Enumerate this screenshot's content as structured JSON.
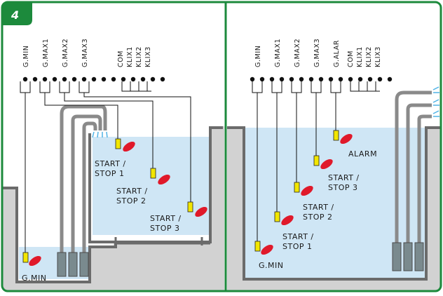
{
  "figure_number": "4",
  "colors": {
    "frame": "#1c8a3c",
    "water": "#cfe6f5",
    "ground": "#d2d2d2",
    "wall": "#6b6b6b",
    "float_red": "#e0192a",
    "float_yellow": "#f2e600",
    "pipe": "#8a8a8a",
    "spray": "#4fb3e6"
  },
  "left_panel": {
    "terminals": [
      "G.MIN",
      "G.MAX1",
      "G.MAX2",
      "G.MAX3",
      "COM",
      "KLIX1",
      "KLIX2",
      "KLIX3"
    ],
    "labels": {
      "gmin": "G.MIN",
      "s1_a": "START /",
      "s1_b": "STOP 1",
      "s2_a": "START /",
      "s2_b": "STOP 2",
      "s3_a": "START /",
      "s3_b": "STOP 3"
    }
  },
  "right_panel": {
    "terminals": [
      "G.MIN",
      "G.MAX1",
      "G.MAX2",
      "G.MAX3",
      "G.ALAR",
      "COM",
      "KLIX1",
      "KLIX2",
      "KLIX3"
    ],
    "labels": {
      "gmin": "G.MIN",
      "s1_a": "START /",
      "s1_b": "STOP 1",
      "s2_a": "START /",
      "s2_b": "STOP 2",
      "s3_a": "START /",
      "s3_b": "STOP 3",
      "alarm": "ALARM"
    }
  }
}
